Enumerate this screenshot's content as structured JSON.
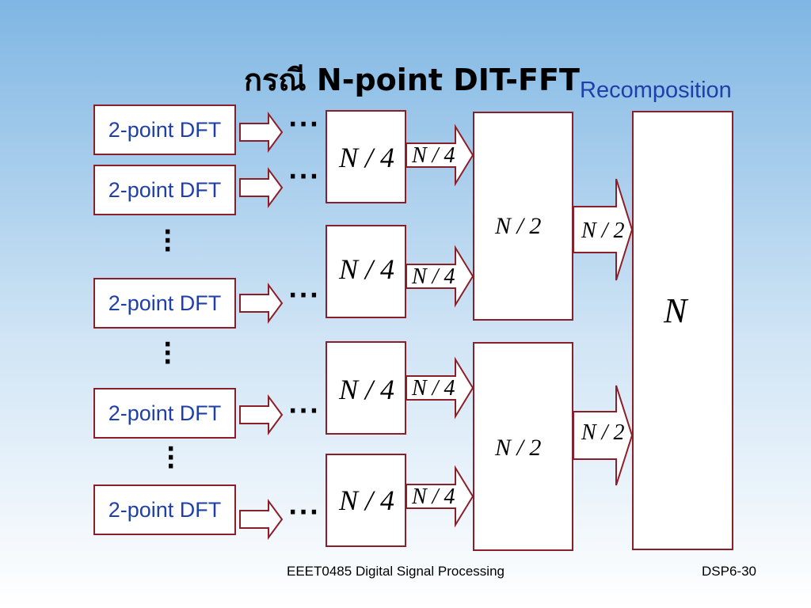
{
  "slide": {
    "title": "กรณี N-point  DIT-FFT",
    "subtitle": "Recomposition"
  },
  "stage1": {
    "dft_label": "2-point DFT",
    "count_shown": 5
  },
  "stage2": {
    "block_label": "N / 4",
    "arrow_label": "N / 4"
  },
  "stage3": {
    "block_label": "N / 2",
    "arrow_label": "N / 2"
  },
  "stage4": {
    "block_label": "N"
  },
  "ellipsis": "···",
  "footer": {
    "course": "EEET0485 Digital Signal Processing",
    "page": "DSP6-30"
  },
  "colors": {
    "border": "#8a1f2a",
    "text_blue": "#1f3faa"
  }
}
